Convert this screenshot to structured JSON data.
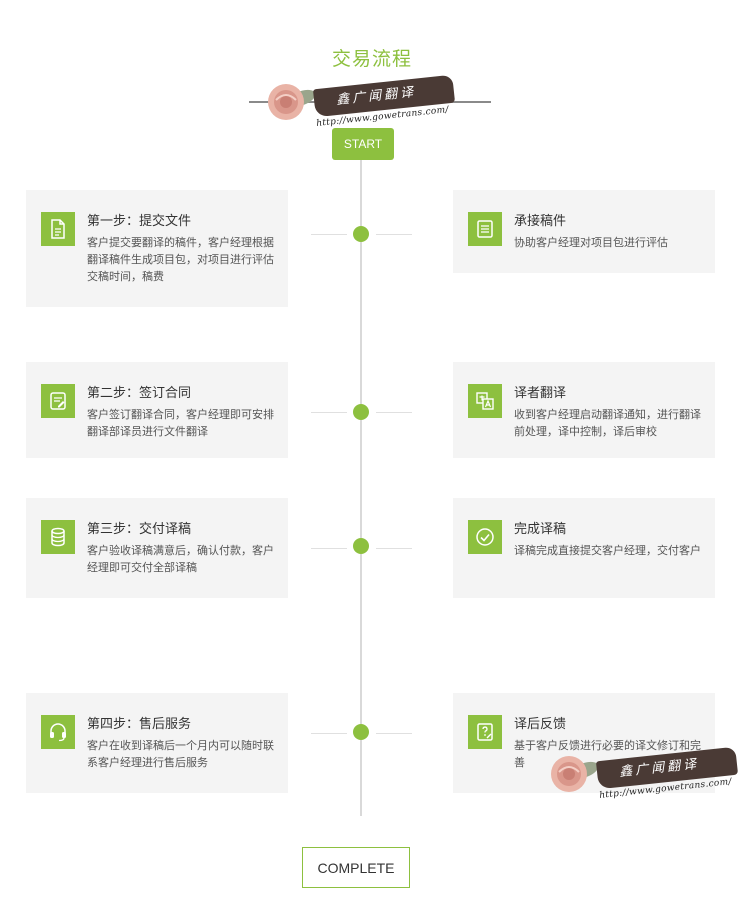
{
  "page": {
    "title": "交易流程"
  },
  "watermark": {
    "brand": "鑫广闻翻译",
    "url": "http://www.gowetrans.com/"
  },
  "flow": {
    "start_label": "START",
    "complete_label": "COMPLETE",
    "left_steps": [
      {
        "title": "第一步：提交文件",
        "desc": "客户提交要翻译的稿件，客户经理根据翻译稿件生成项目包，对项目进行评估交稿时间，稿费",
        "icon": "document-icon"
      },
      {
        "title": "第二步：签订合同",
        "desc": "客户签订翻译合同，客户经理即可安排翻译部译员进行文件翻译",
        "icon": "contract-icon"
      },
      {
        "title": "第三步：交付译稿",
        "desc": "客户验收译稿满意后，确认付款，客户经理即可交付全部译稿",
        "icon": "coins-icon"
      },
      {
        "title": "第四步：售后服务",
        "desc": "客户在收到译稿后一个月内可以随时联系客户经理进行售后服务",
        "icon": "headset-icon"
      }
    ],
    "right_steps": [
      {
        "title": "承接稿件",
        "desc": "协助客户经理对项目包进行评估",
        "icon": "list-document-icon"
      },
      {
        "title": "译者翻译",
        "desc": "收到客户经理启动翻译通知，进行翻译前处理，译中控制，译后审校",
        "icon": "translate-icon"
      },
      {
        "title": "完成译稿",
        "desc": "译稿完成直接提交客户经理，交付客户",
        "icon": "check-circle-icon"
      },
      {
        "title": "译后反馈",
        "desc": "基于客户反馈进行必要的译文修订和完善",
        "icon": "feedback-icon"
      }
    ]
  },
  "colors": {
    "accent": "#8dc03f",
    "card_bg": "#f4f4f4",
    "line": "#d9d9d9"
  }
}
